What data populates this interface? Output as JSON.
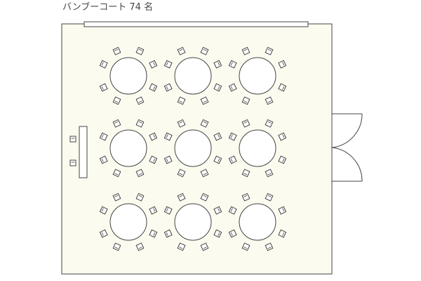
{
  "room": {
    "caption": "バンブーコート 74 名",
    "colors": {
      "floor": "#fbfbef",
      "outline": "#444444",
      "table_fill": "#ffffff"
    }
  },
  "layout": {
    "table_rows": 3,
    "table_columns": 3,
    "table_shape": "round",
    "chairs_per_table": 8,
    "head_table_chairs": 2,
    "stage_present": true,
    "door_type": "double-door",
    "door_wall": "right"
  }
}
